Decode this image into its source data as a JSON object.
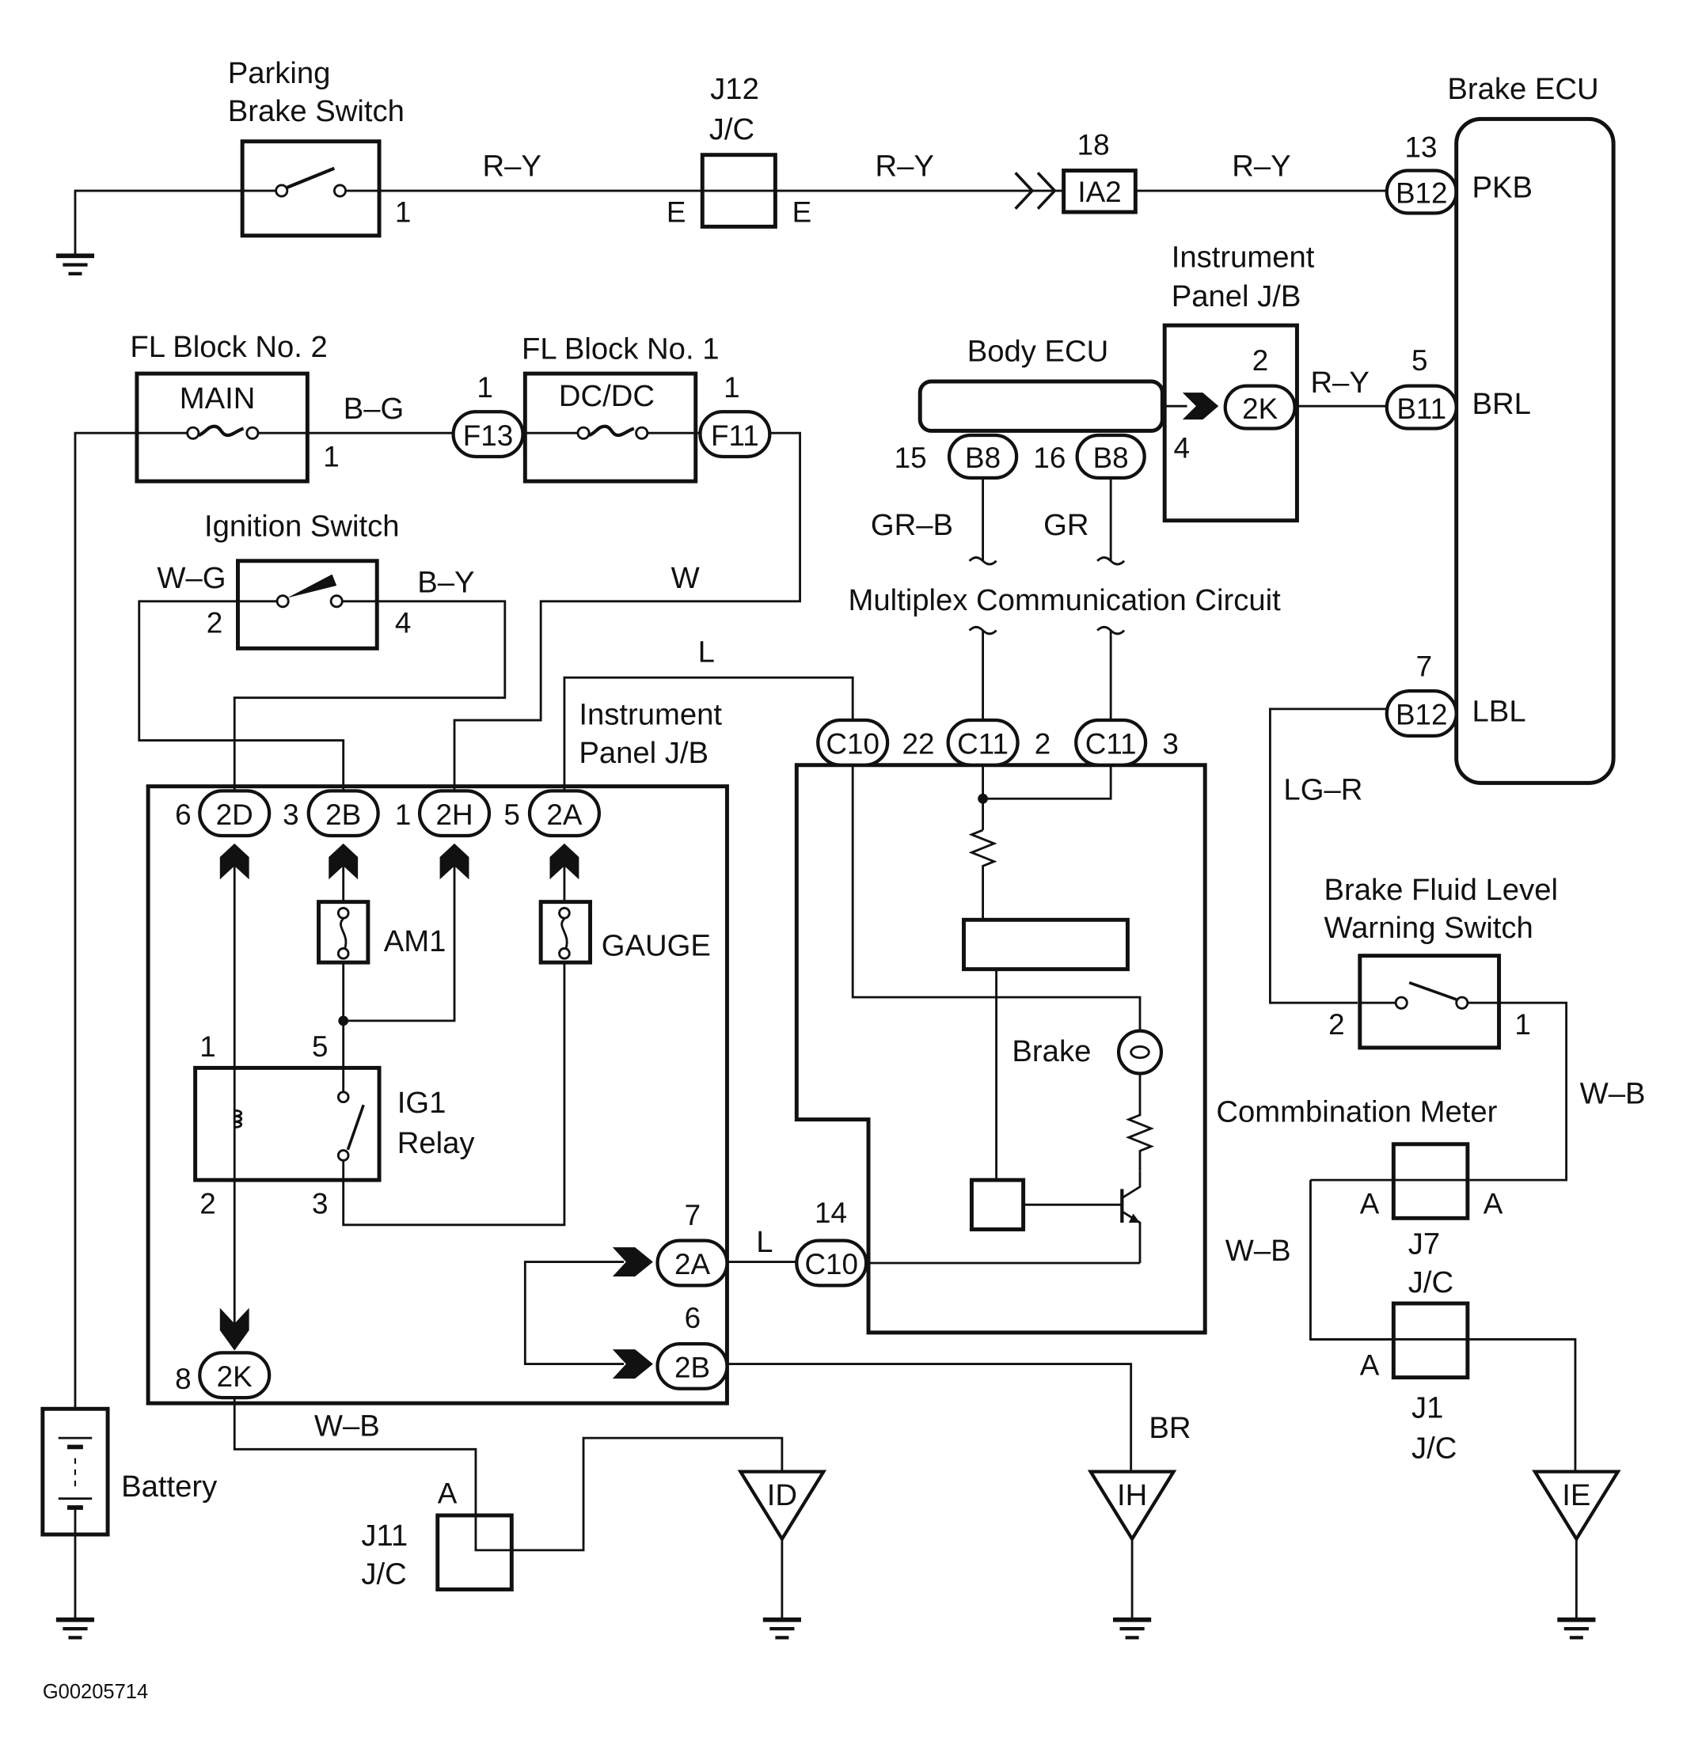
{
  "diagram": {
    "id_code": "G00205714",
    "components": {
      "parking_brake_switch": [
        "Parking",
        "Brake Switch"
      ],
      "j12": [
        "J12",
        "J/C"
      ],
      "brake_ecu": "Brake ECU",
      "instrument_panel_jb_top": [
        "Instrument",
        "Panel J/B"
      ],
      "body_ecu": "Body ECU",
      "fl_block_2": "FL Block No. 2",
      "fl_block_1": "FL Block No. 1",
      "main_fuse": "MAIN",
      "dcdc_fuse": "DC/DC",
      "ignition_switch": "Ignition Switch",
      "multiplex": "Multiplex Communication Circuit",
      "instrument_panel_jb_main": [
        "Instrument",
        "Panel J/B"
      ],
      "am1": "AM1",
      "gauge": "GAUGE",
      "ig1_relay": [
        "IG1",
        "Relay"
      ],
      "brake_lamp": "Brake",
      "brake_fluid_switch": [
        "Brake Fluid Level",
        "Warning Switch"
      ],
      "combination_meter": "Commbination Meter",
      "j7": [
        "J7",
        "J/C"
      ],
      "j1": [
        "J1",
        "J/C"
      ],
      "j11": [
        "J11",
        "J/C"
      ],
      "battery": "Battery"
    },
    "ecu_terminals": {
      "pkb": "PKB",
      "brl": "BRL",
      "lbl": "LBL"
    },
    "wire_colors": {
      "ry1": "R–Y",
      "ry2": "R–Y",
      "ry3": "R–Y",
      "ry4": "R–Y",
      "bg": "B–G",
      "wg": "W–G",
      "by": "B–Y",
      "w": "W",
      "l1": "L",
      "grb": "GR–B",
      "gr": "GR",
      "lgr": "LG–R",
      "wb1": "W–B",
      "wb2": "W–B",
      "wb3": "W–B",
      "l2": "L",
      "br": "BR"
    },
    "connectors": {
      "ia2": "IA2",
      "b12a": "B12",
      "b11": "B11",
      "b12b": "B12",
      "k2top": "2K",
      "b8a": "B8",
      "b8b": "B8",
      "f13": "F13",
      "f11": "F11",
      "c10a": "C10",
      "c11a": "C11",
      "c11b": "C11",
      "d2": "2D",
      "b2": "2B",
      "h2": "2H",
      "a2": "2A",
      "a2b": "2A",
      "b2b": "2B",
      "k2": "2K",
      "c10b": "C10"
    },
    "pins": {
      "pbs1": "1",
      "j12e1": "E",
      "j12e2": "E",
      "ia2_18": "18",
      "b12_13": "13",
      "f13_1": "1",
      "main_1": "1",
      "f11_1": "1",
      "k2_2": "2",
      "k2_4": "4",
      "b11_5": "5",
      "b8_15": "15",
      "b8_16": "16",
      "ign2": "2",
      "ign4": "4",
      "b12_7": "7",
      "c11_22": "22",
      "c11_2": "2",
      "c11_3": "3",
      "d2_6": "6",
      "b2_3": "3",
      "h2_1": "1",
      "a2_5": "5",
      "relay1": "1",
      "relay5": "5",
      "relay2": "2",
      "relay3": "3",
      "a2b_7": "7",
      "b2b_6": "6",
      "c10_14": "14",
      "k2_8": "8",
      "bf2": "2",
      "bf1": "1",
      "j7a1": "A",
      "j7a2": "A",
      "j1a": "A",
      "j11a": "A"
    },
    "grounds": {
      "id": "ID",
      "ih": "IH",
      "ie": "IE"
    }
  }
}
